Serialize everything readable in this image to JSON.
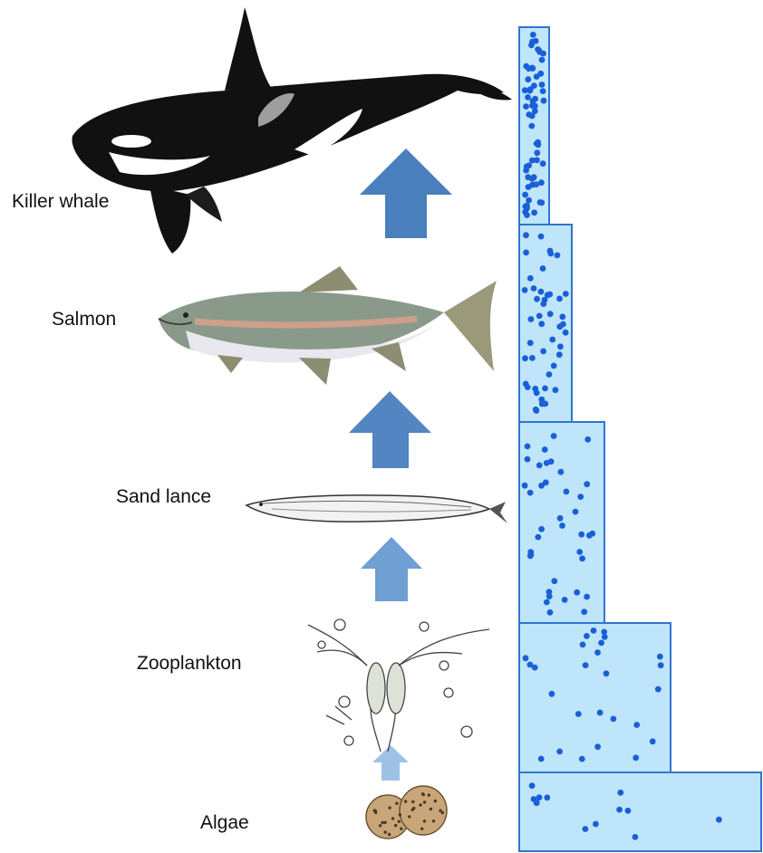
{
  "levels": [
    {
      "name": "Killer whale",
      "organism": "killer-whale"
    },
    {
      "name": "Salmon",
      "organism": "salmon"
    },
    {
      "name": "Sand lance",
      "organism": "sand-lance"
    },
    {
      "name": "Zooplankton",
      "organism": "zooplankton"
    },
    {
      "name": "Algae",
      "organism": "algae"
    }
  ],
  "colors": {
    "arrow": "#4a7fbd",
    "column_fill": "#bfe5fb",
    "column_border": "#2f75d0",
    "dot": "#1a5fd6",
    "whale_body": "#111111",
    "salmon_body": "#8a9a8a",
    "algae": "#c9a57a"
  }
}
